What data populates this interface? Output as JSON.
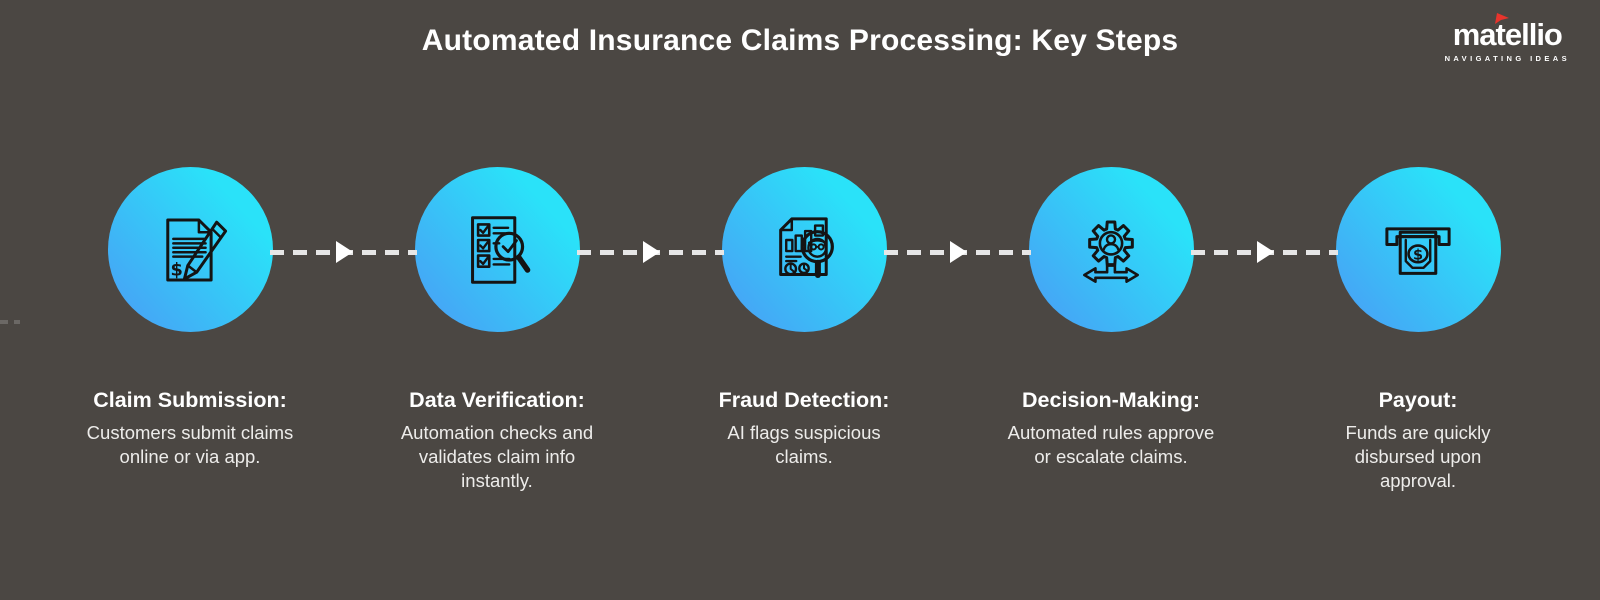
{
  "header": {
    "title": "Automated Insurance Claims Processing: Key Steps",
    "logo": {
      "brand": "matellio",
      "tagline": "NAVIGATING IDEAS",
      "flag_color": "#e8342c"
    }
  },
  "colors": {
    "background": "#4b4743",
    "circle_gradient_start": "#47a2f5",
    "circle_gradient_end": "#2ae2f9",
    "icon_stroke": "#141414",
    "arrow_dash": "#e6e6e6",
    "arrow_head": "#ffffff",
    "title_text": "#ffffff",
    "body_text": "#edecea"
  },
  "steps": [
    {
      "icon": "claim-document-pencil-icon",
      "title": "Claim Submission:",
      "lines": [
        "Customers submit claims",
        "online or via app."
      ]
    },
    {
      "icon": "checklist-magnifier-icon",
      "title": "Data Verification:",
      "lines": [
        "Automation checks and",
        "validates claim info",
        "instantly."
      ]
    },
    {
      "icon": "fraud-report-spy-magnifier-icon",
      "title": "Fraud Detection:",
      "lines": [
        "AI flags suspicious",
        "claims."
      ]
    },
    {
      "icon": "gear-person-decision-arrows-icon",
      "title": "Decision-Making:",
      "lines": [
        "Automated rules approve",
        "or escalate claims."
      ]
    },
    {
      "icon": "cash-dispenser-icon",
      "title": "Payout:",
      "lines": [
        "Funds are quickly",
        "disbursed upon",
        "approval."
      ]
    }
  ]
}
